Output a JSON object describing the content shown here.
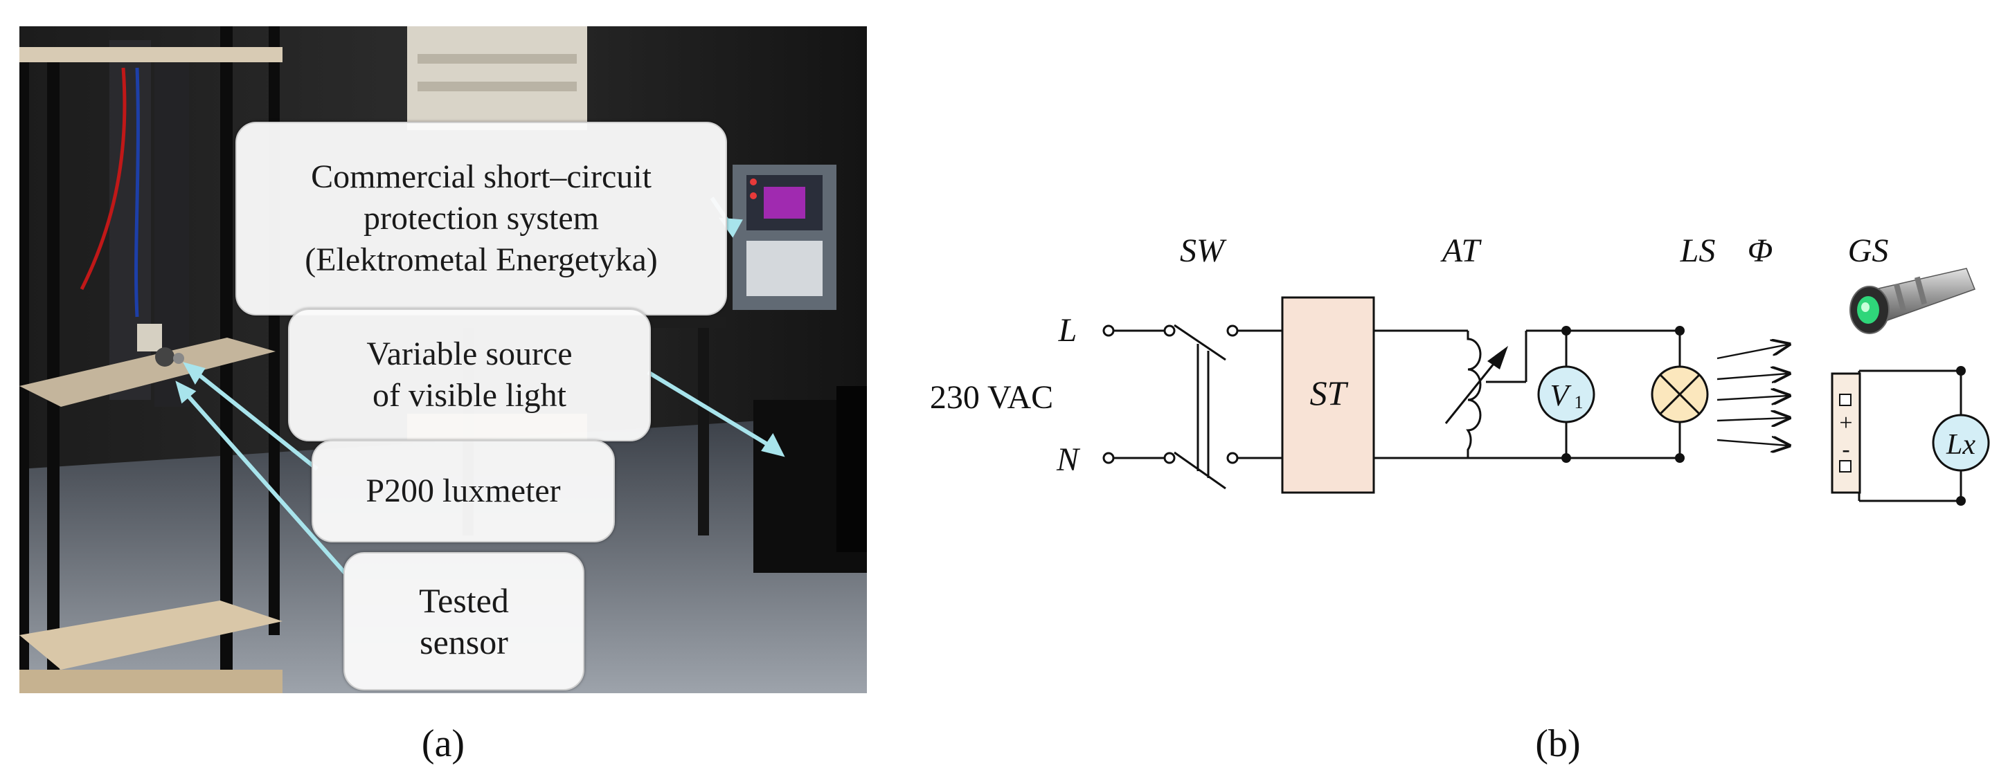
{
  "panel_a": {
    "callouts": [
      {
        "lines": [
          "Commercial short–circuit",
          "protection system",
          "(Elektrometal Energetyka)"
        ]
      },
      {
        "lines": [
          "Variable source",
          "of visible light"
        ]
      },
      {
        "lines": [
          "P200 luxmeter"
        ]
      },
      {
        "lines": [
          "Tested",
          "sensor"
        ]
      }
    ],
    "caption": "(a)"
  },
  "panel_b": {
    "labels": {
      "sw": "SW",
      "at": "AT",
      "ls": "LS",
      "phi": "Φ",
      "gs": "GS",
      "l": "L",
      "n": "N",
      "supply": "230 VAC",
      "st": "ST",
      "v_main": "V",
      "v_sub": "1",
      "plus": "+",
      "minus": "-",
      "lx": "Lx"
    },
    "colors": {
      "st_fill": "#f8e3d6",
      "meter_fill": "#d4eef6",
      "lamp_fill": "#fbe7bd"
    },
    "caption": "(b)"
  }
}
